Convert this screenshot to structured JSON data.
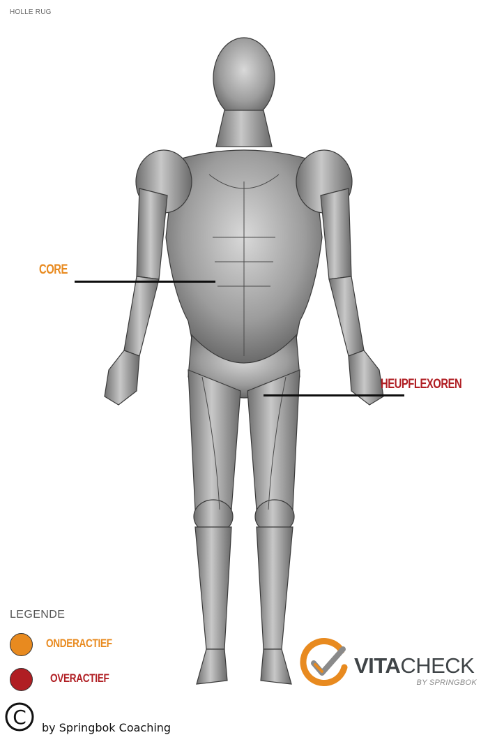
{
  "page": {
    "title": "HOLLE RUG"
  },
  "callouts": [
    {
      "label": "CORE",
      "color": "#e88a1f"
    },
    {
      "label": "HEUPFLEXOREN",
      "color": "#b01e23"
    }
  ],
  "legend": {
    "title": "LEGENDE",
    "items": [
      {
        "label": "ONDERACTIEF",
        "color": "#e88a1f"
      },
      {
        "label": "OVERACTIEF",
        "color": "#b01e23"
      }
    ]
  },
  "logo": {
    "brand_bold": "VITA",
    "brand_light": "CHECK",
    "subtitle": "BY SPRINGBOK",
    "accent": "#e88a1f"
  },
  "footer": {
    "copyright_symbol": "©",
    "credit": "by Springbok Coaching"
  }
}
